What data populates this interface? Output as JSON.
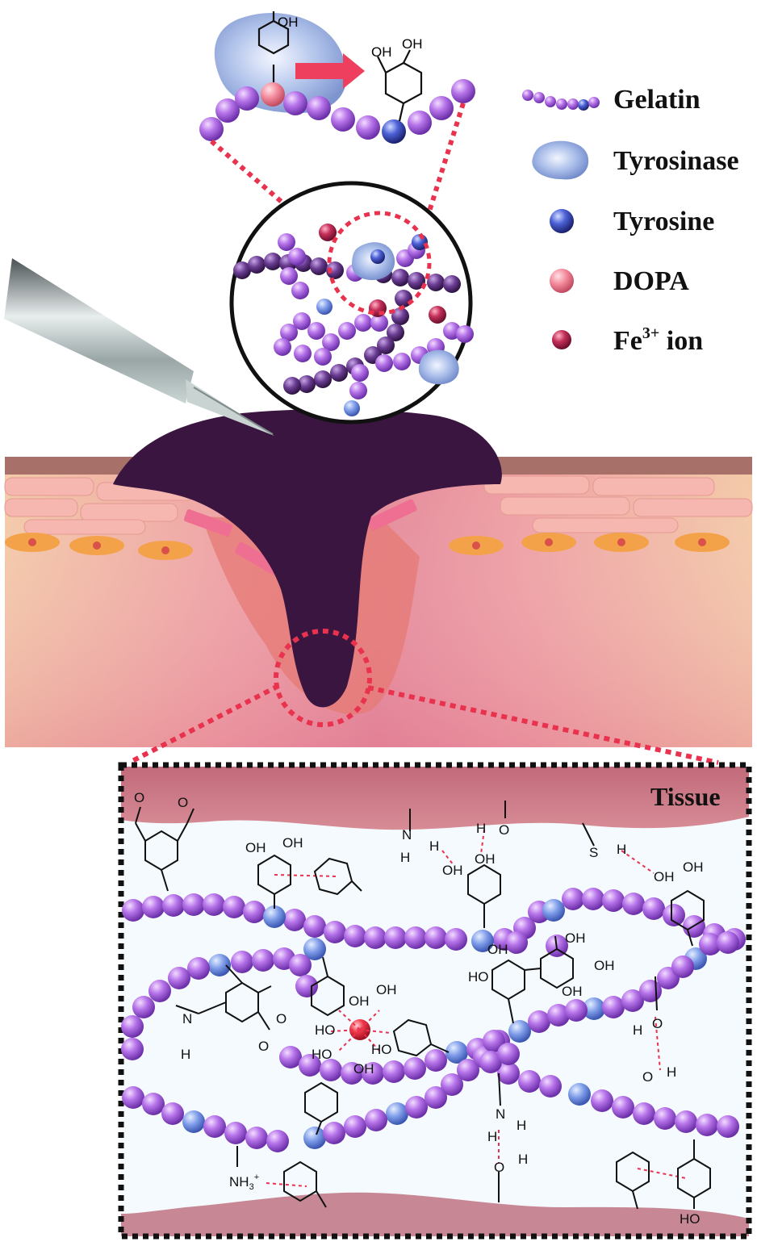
{
  "legend": {
    "gelatin": "Gelatin",
    "tyrosinase": "Tyrosinase",
    "tyrosine": "Tyrosine",
    "dopa": "DOPA",
    "fe_ion": {
      "text": "Fe",
      "superscript": "3+",
      "suffix": " ion"
    }
  },
  "tissue_label": "Tissue",
  "chemistry_labels": {
    "oh": "OH",
    "ho": "HO",
    "h": "H",
    "o": "O",
    "s": "S",
    "n": "N",
    "nh3": {
      "text": "NH",
      "subscript": "3",
      "superscript": "+"
    }
  },
  "colors": {
    "gelatin": "#b36ee6",
    "tyrosine": "#3a3f9e",
    "dopa": "#f07a8c",
    "fe_ion": "#b0214a",
    "tyrosinase": "#9fb4e6",
    "adhesive": "#3a1540",
    "tissue_band": "#c9707e",
    "dashed_line": "#e8324e",
    "arrow": "#ef3f5f"
  }
}
